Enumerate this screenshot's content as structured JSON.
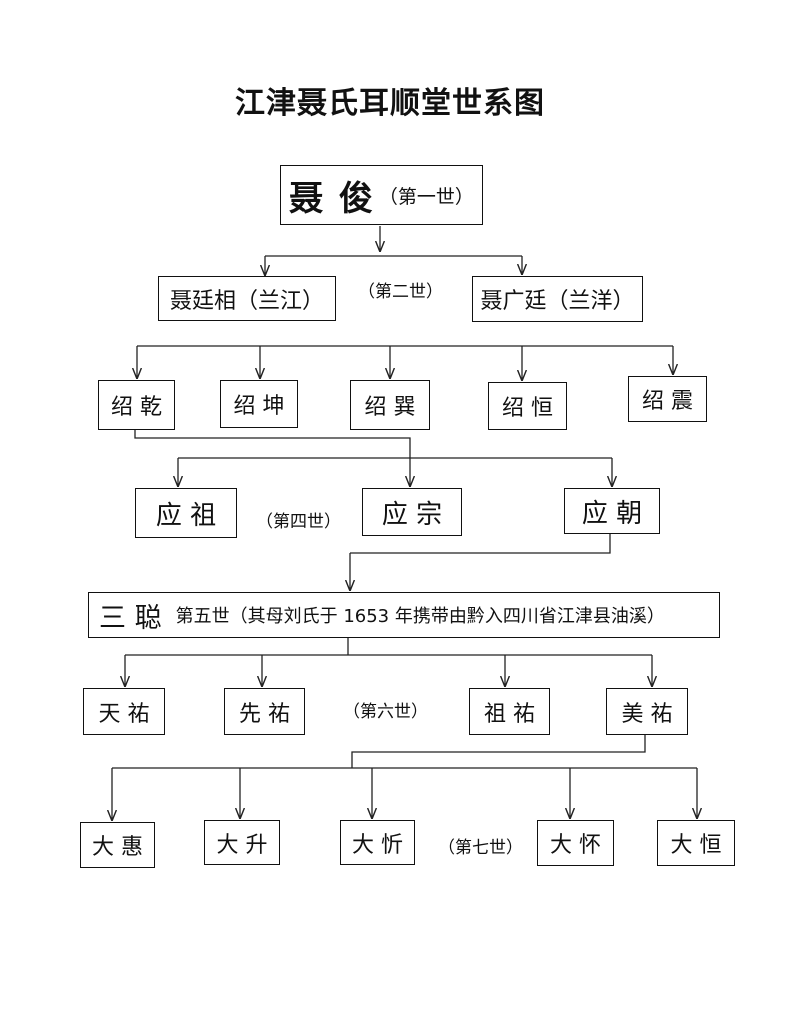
{
  "title": "江津聂氏耳顺堂世系图",
  "gen1": {
    "name": "聂 俊",
    "gen_label": "（第一世）"
  },
  "gen2": {
    "members": [
      "聂廷相（兰江）",
      "聂广廷（兰洋）"
    ],
    "gen_label": "（第二世）"
  },
  "gen3": {
    "members": [
      "绍 乾",
      "绍 坤",
      "绍 巽",
      "绍 恒",
      "绍 震"
    ]
  },
  "gen4": {
    "members": [
      "应 祖",
      "应 宗",
      "应 朝"
    ],
    "gen_label": "（第四世）"
  },
  "gen5": {
    "name": "三 聪",
    "gen_label": "第五世（其母刘氏于 1653 年携带由黔入四川省江津县油溪）"
  },
  "gen6": {
    "members": [
      "天 祐",
      "先 祐",
      "祖 祐",
      "美 祐"
    ],
    "gen_label": "（第六世）"
  },
  "gen7": {
    "members": [
      "大 惠",
      "大 升",
      "大 忻",
      "大 怀",
      "大 恒"
    ],
    "gen_label": "（第七世）"
  }
}
